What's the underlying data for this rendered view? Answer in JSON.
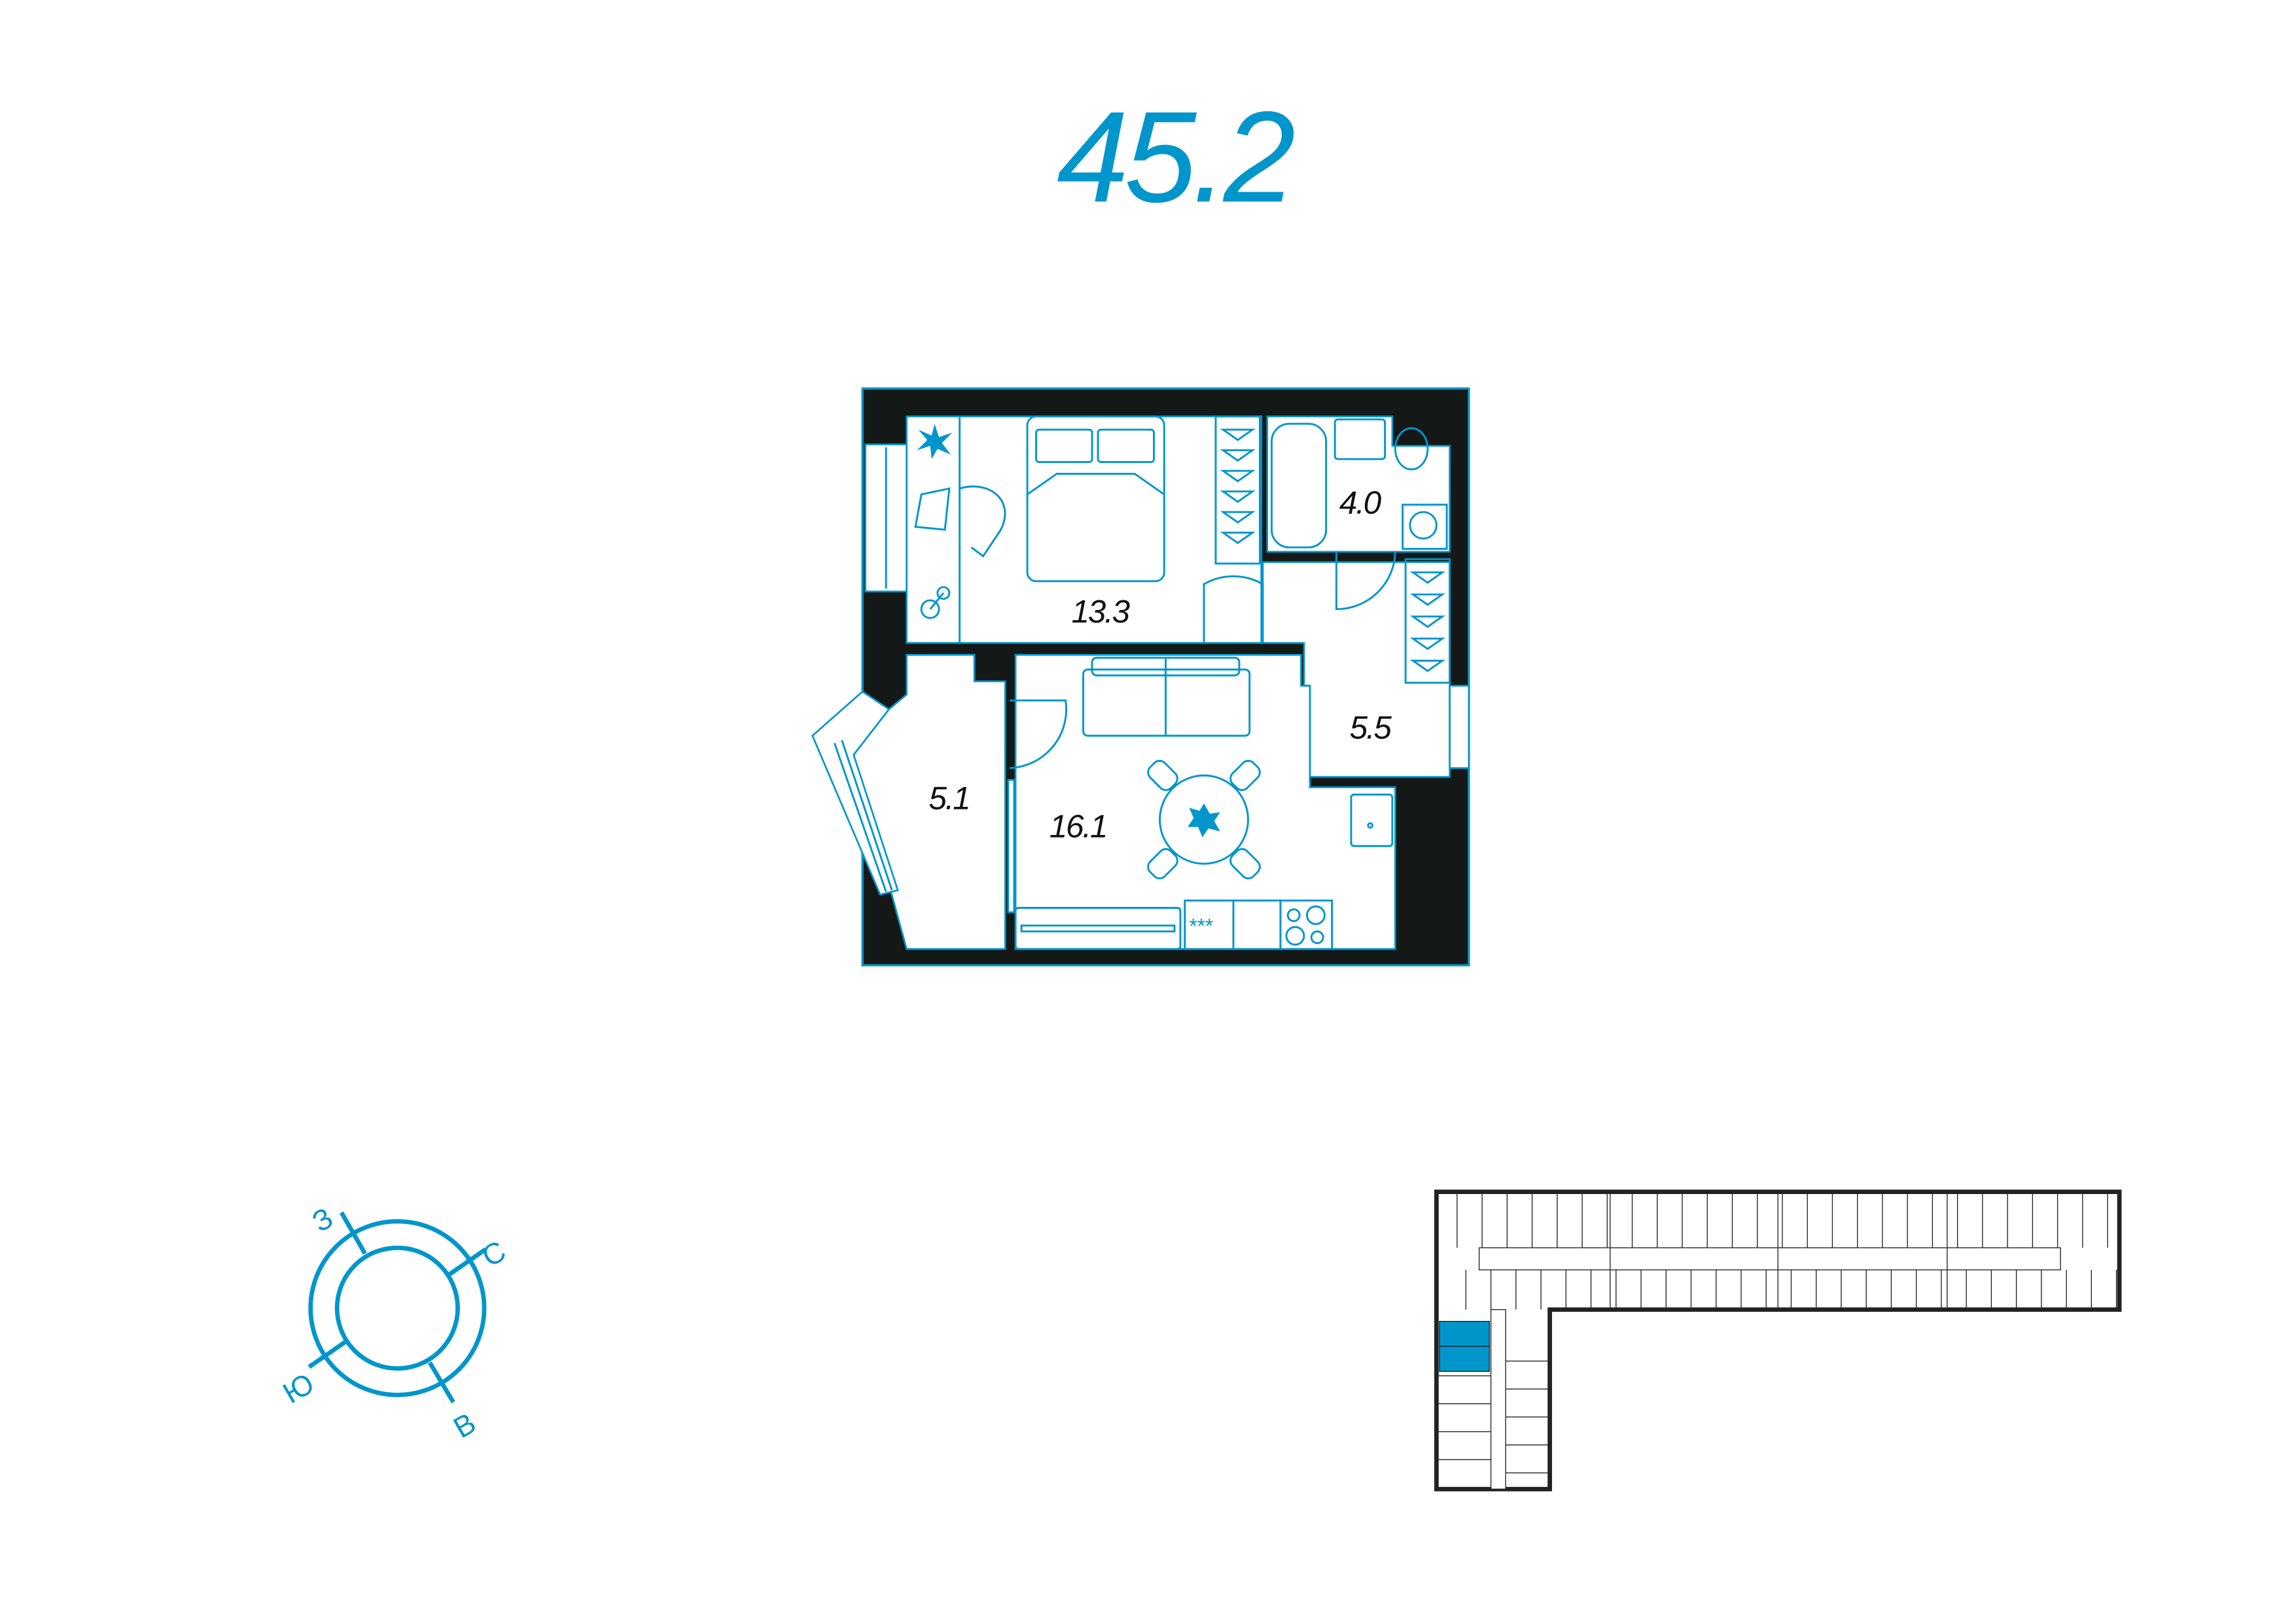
{
  "total_area": "45.2",
  "rooms": [
    {
      "name": "bedroom",
      "area": "13.3"
    },
    {
      "name": "bathroom",
      "area": "4.0"
    },
    {
      "name": "hallway",
      "area": "5.5"
    },
    {
      "name": "loggia",
      "area": "5.1"
    },
    {
      "name": "living-kitchen",
      "area": "16.1"
    }
  ],
  "compass": {
    "west": "З",
    "north": "С",
    "south": "Ю",
    "east": "В"
  },
  "colors": {
    "accent": "#0096cc",
    "wall": "#141817",
    "text": "#111111"
  }
}
